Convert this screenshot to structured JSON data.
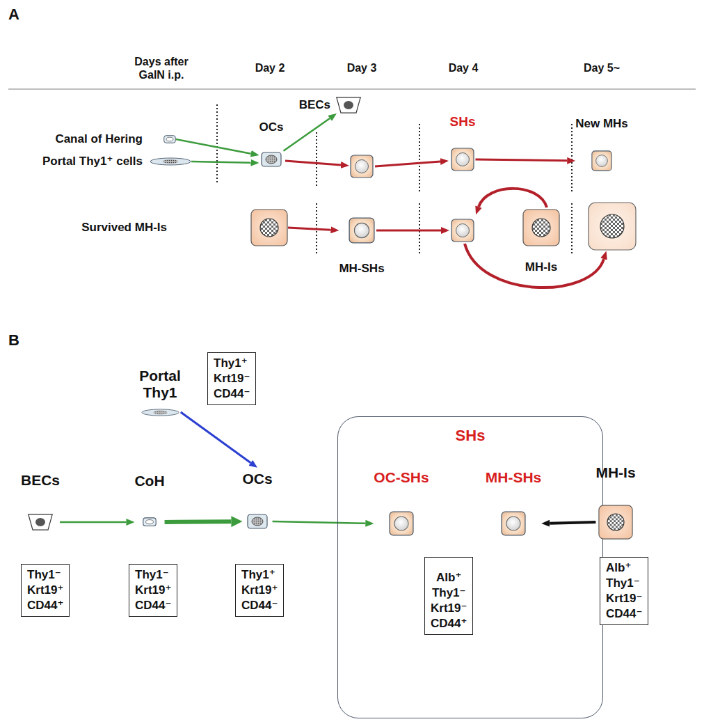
{
  "diagram": {
    "nodes": [
      {
        "text": [
          "BECs"
        ]
      },
      {
        "text": [
          "Canal of Hering"
        ]
      },
      {
        "text": [
          "Portal Thy1⁺ cells"
        ]
      },
      {
        "text": [
          "OCs"
        ]
      },
      {
        "text": [
          "SHs"
        ]
      },
      {
        "text": [
          "New MHs"
        ]
      },
      {
        "text": [
          "Survived MH-Is"
        ]
      },
      {
        "text": [
          "MH-SHs"
        ]
      },
      {
        "text": [
          "MH-Is"
        ]
      },
      {
        "text": [
          "Portal Thy1"
        ]
      },
      {
        "text": [
          "Thy1⁺ Krt19⁻ CD44⁻"
        ]
      },
      {
        "text": [
          "BECs"
        ]
      },
      {
        "text": [
          "CoH"
        ]
      },
      {
        "text": [
          "OCs"
        ]
      },
      {
        "text": [
          "SHs"
        ]
      },
      {
        "text": [
          "OC-SHs"
        ],
        "in": 14
      },
      {
        "text": [
          "MH-SHs"
        ],
        "in": 14
      },
      {
        "text": [
          "MH-Is"
        ]
      },
      {
        "text": [
          "Thy1⁻ Krt19⁺ CD44⁺"
        ]
      },
      {
        "text": [
          "Thy1⁻ Krt19⁺ CD44⁻"
        ]
      },
      {
        "text": [
          "Thy1⁺ Krt19⁺ CD44⁻"
        ]
      },
      {
        "text": [
          "Alb⁺ Thy1⁻ Krt19⁻ CD44⁺"
        ],
        "in": 14
      },
      {
        "text": [
          "Alb⁺ Thy1⁻ Krt19⁻ CD44⁻"
        ]
      }
    ],
    "edges": [
      {
        "from": 1,
        "to": 3,
        "arrow": "to"
      },
      {
        "from": 2,
        "to": 3,
        "arrow": "to"
      },
      {
        "from": 3,
        "to": 0,
        "arrow": "to"
      },
      {
        "from": 4,
        "to": 5,
        "arrow": "to"
      },
      {
        "from": 6,
        "to": 7,
        "arrow": "to"
      },
      {
        "from": 11,
        "to": 12,
        "arrow": "to"
      },
      {
        "from": 12,
        "to": 13,
        "arrow": "to"
      },
      {
        "from": 9,
        "to": 13,
        "arrow": "to"
      },
      {
        "from": 13,
        "to": 15,
        "arrow": "to"
      },
      {
        "from": 17,
        "to": 16,
        "arrow": "to"
      }
    ],
    "labels": [
      "A",
      "Days after GalN i.p.",
      "Day 2",
      "Day 3",
      "Day 4",
      "Day 5~",
      "B"
    ]
  }
}
